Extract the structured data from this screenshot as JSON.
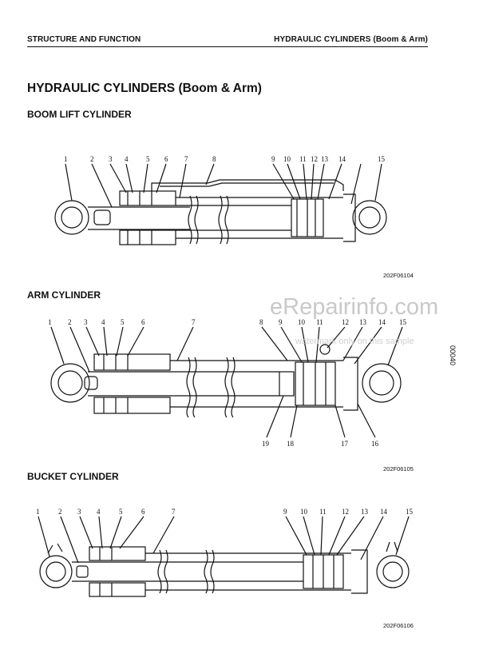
{
  "header": {
    "left": "STRUCTURE AND FUNCTION",
    "right": "HYDRAULIC CYLINDERS (Boom & Arm)"
  },
  "title": "HYDRAULIC CYLINDERS (Boom & Arm)",
  "sections": {
    "boom": {
      "heading": "BOOM LIFT CYLINDER",
      "figure_no": "202F06104",
      "callouts": [
        "1",
        "2",
        "3",
        "4",
        "5",
        "6",
        "7",
        "8",
        "9",
        "10",
        "11",
        "12",
        "13",
        "14",
        "15"
      ]
    },
    "arm": {
      "heading": "ARM CYLINDER",
      "figure_no": "202F06105",
      "callouts_top": [
        "1",
        "2",
        "3",
        "4",
        "5",
        "6",
        "7",
        "8",
        "9",
        "10",
        "11",
        "12",
        "13",
        "14",
        "15"
      ],
      "callouts_bottom": [
        "19",
        "18",
        "17",
        "16"
      ]
    },
    "bucket": {
      "heading": "BUCKET CYLINDER",
      "figure_no": "202F06106",
      "callouts": [
        "1",
        "2",
        "3",
        "4",
        "5",
        "6",
        "7",
        "9",
        "10",
        "11",
        "12",
        "13",
        "14",
        "15"
      ]
    }
  },
  "side_code": "00040",
  "watermark": {
    "brand": "eRepairinfo.com",
    "note": "watermark only on this sample"
  },
  "colors": {
    "ink": "#111111",
    "watermark": "#c9c9c9"
  }
}
